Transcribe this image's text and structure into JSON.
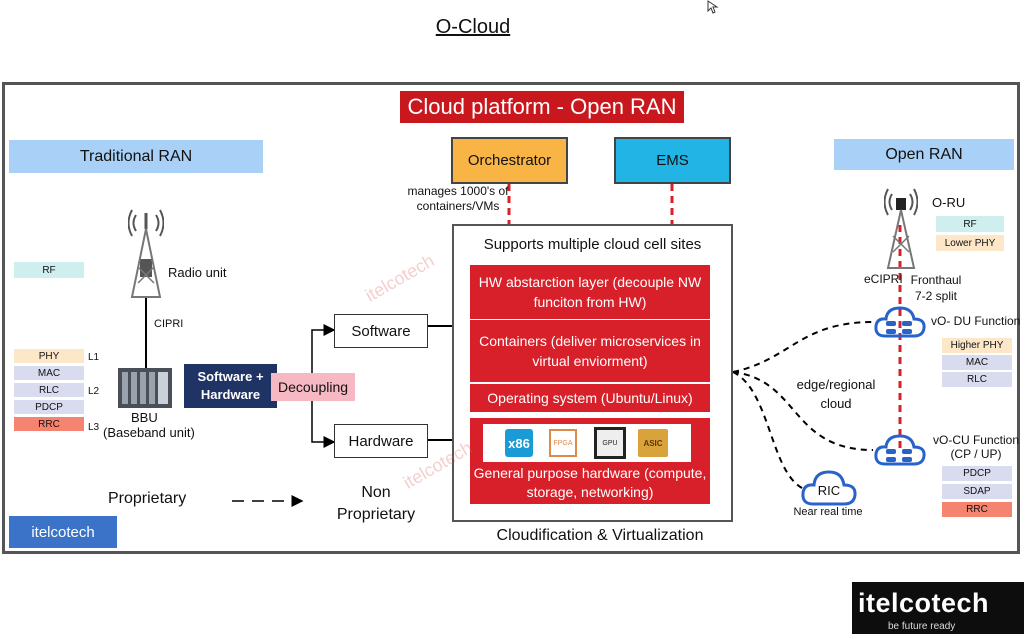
{
  "page_title": "O-Cloud",
  "banner": "Cloud platform - Open RAN",
  "traditional": {
    "header": "Traditional RAN",
    "radio_unit": "Radio unit",
    "cipri": "CIPRI",
    "rf": "RF",
    "stack": [
      "PHY",
      "MAC",
      "RLC",
      "PDCP",
      "RRC"
    ],
    "levels": [
      "L1",
      "L2",
      "L3"
    ],
    "bbu": "BBU",
    "bbu_sub": "(Baseband unit)",
    "sw_hw": "Software + Hardware",
    "decoupling": "Decoupling",
    "proprietary": "Proprietary",
    "non_proprietary": "Non Proprietary"
  },
  "center": {
    "orchestrator": "Orchestrator",
    "ems": "EMS",
    "manages": "manages 1000's of containers/VMs",
    "software": "Software",
    "hardware": "Hardware",
    "panel_title": "Supports multiple cloud cell sites",
    "hw_abstraction": "HW abstarction layer (decouple NW funciton from HW)",
    "containers": "Containers (deliver microservices in virtual enviorment)",
    "os": "Operating system (Ubuntu/Linux)",
    "chips": [
      "x86",
      "FPGA",
      "GPU",
      "ASIC"
    ],
    "gp_hardware": "General purpose hardware (compute, storage, networking)",
    "caption": "Cloudification & Virtualization",
    "watermark": "itelcotech"
  },
  "open_ran": {
    "header": "Open RAN",
    "oru": "O-RU",
    "oru_stack": [
      "RF",
      "Lower PHY"
    ],
    "ecipri": "eCIPRI",
    "fronthaul": "Fronthaul 7-2 split",
    "du_label": "vO- DU Function",
    "du_stack": [
      "Higher PHY",
      "MAC",
      "RLC"
    ],
    "edge": "edge/regional cloud",
    "cu_label": "vO-CU Function (CP / UP)",
    "cu_stack": [
      "PDCP",
      "SDAP",
      "RRC"
    ],
    "ric": "RIC",
    "ric_sub": "Near real time"
  },
  "brand": {
    "badge": "itelcotech",
    "logo": "itelcotech",
    "tagline": "be future ready"
  },
  "colors": {
    "banner_red": "#c8181e",
    "header_blue": "#a9d1f7",
    "orchestrator_orange": "#f8b545",
    "ems_blue": "#23b4e6",
    "block_red": "#d8202a",
    "bbu_navy": "#1f3364",
    "cloud_blue": "#2763c9"
  }
}
